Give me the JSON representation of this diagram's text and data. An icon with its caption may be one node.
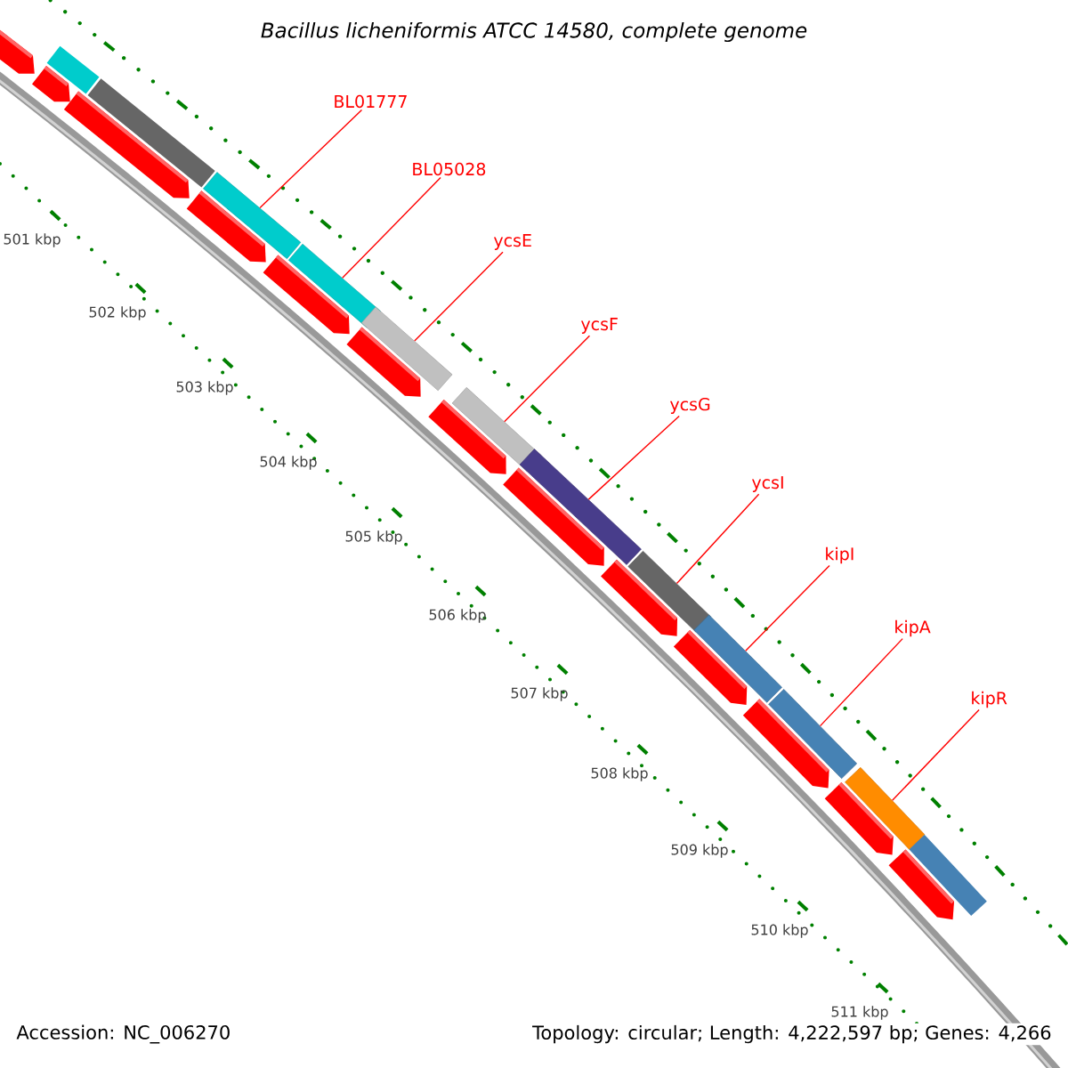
{
  "diagram": {
    "title": "Bacillus licheniformis ATCC 14580, complete genome",
    "nodes": [
      {
        "text": [
          "BL01777"
        ]
      },
      {
        "text": [
          "BL05028"
        ]
      },
      {
        "text": [
          "ycsE"
        ]
      },
      {
        "text": [
          "ycsF"
        ]
      },
      {
        "text": [
          "ycsG"
        ]
      },
      {
        "text": [
          "ycsI"
        ]
      },
      {
        "text": [
          "kipI"
        ]
      },
      {
        "text": [
          "kipA"
        ]
      },
      {
        "text": [
          "kipR"
        ]
      },
      {
        "text": [],
        "shape": "bar"
      },
      {
        "text": [],
        "shape": "bar"
      },
      {
        "text": [],
        "shape": "bar"
      },
      {
        "text": [],
        "shape": "bar"
      },
      {
        "text": [],
        "shape": "bar"
      },
      {
        "text": [],
        "shape": "bar"
      },
      {
        "text": [],
        "shape": "bar"
      },
      {
        "text": [],
        "shape": "bar"
      },
      {
        "text": [],
        "shape": "bar"
      }
    ],
    "edges": [
      {
        "from": 0,
        "to": 9,
        "arrow": "none"
      },
      {
        "from": 1,
        "to": 10,
        "arrow": "none"
      },
      {
        "from": 2,
        "to": 11,
        "arrow": "none"
      },
      {
        "from": 3,
        "to": 12,
        "arrow": "none"
      },
      {
        "from": 4,
        "to": 13,
        "arrow": "none"
      },
      {
        "from": 5,
        "to": 14,
        "arrow": "none"
      },
      {
        "from": 6,
        "to": 15,
        "arrow": "none"
      },
      {
        "from": 7,
        "to": 16,
        "arrow": "none"
      },
      {
        "from": 8,
        "to": 17,
        "arrow": "none"
      }
    ],
    "labels": [
      "501 kbp",
      "502 kbp",
      "503 kbp",
      "504 kbp",
      "505 kbp",
      "506 kbp",
      "507 kbp",
      "508 kbp",
      "509 kbp",
      "510 kbp",
      "511 kbp",
      "Accession: NC_006270",
      "Topology: circular; Length: 4,222,597 bp; Genes: 4,266"
    ]
  }
}
